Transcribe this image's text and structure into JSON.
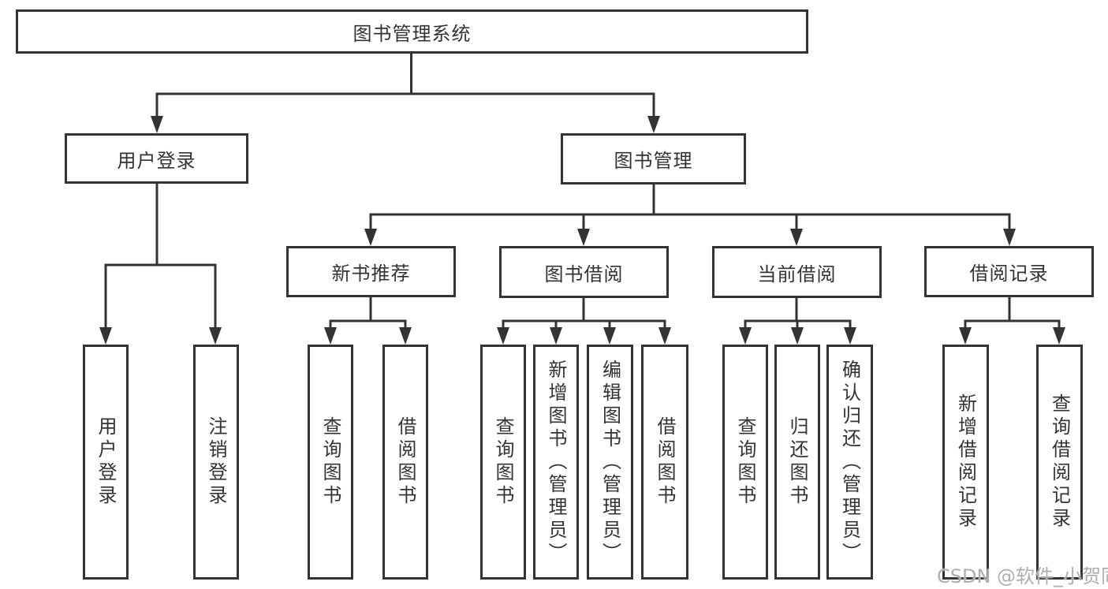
{
  "diagram_title": "图书管理系统",
  "colors": {
    "line": "#333333",
    "node_border": "#333333",
    "node_background": "#ffffff",
    "text": "#333333",
    "watermark": "#aeaeae"
  },
  "watermark": {
    "text": "CSDN @软件_小贺同学"
  },
  "tree": {
    "label": "图书管理系统",
    "children": [
      {
        "label": "用户登录",
        "children": [
          {
            "label": "用户登录"
          },
          {
            "label": "注销登录"
          }
        ]
      },
      {
        "label": "图书管理",
        "children": [
          {
            "label": "新书推荐",
            "children": [
              {
                "label": "查询图书"
              },
              {
                "label": "借阅图书"
              }
            ]
          },
          {
            "label": "图书借阅",
            "children": [
              {
                "label": "查询图书"
              },
              {
                "label": "新增图书（管理员）"
              },
              {
                "label": "编辑图书（管理员）"
              },
              {
                "label": "借阅图书"
              }
            ]
          },
          {
            "label": "当前借阅",
            "children": [
              {
                "label": "查询图书"
              },
              {
                "label": "归还图书"
              },
              {
                "label": "确认归还（管理员）"
              }
            ]
          },
          {
            "label": "借阅记录",
            "children": [
              {
                "label": "新增借阅记录"
              },
              {
                "label": "查询借阅记录"
              }
            ]
          }
        ]
      }
    ]
  }
}
